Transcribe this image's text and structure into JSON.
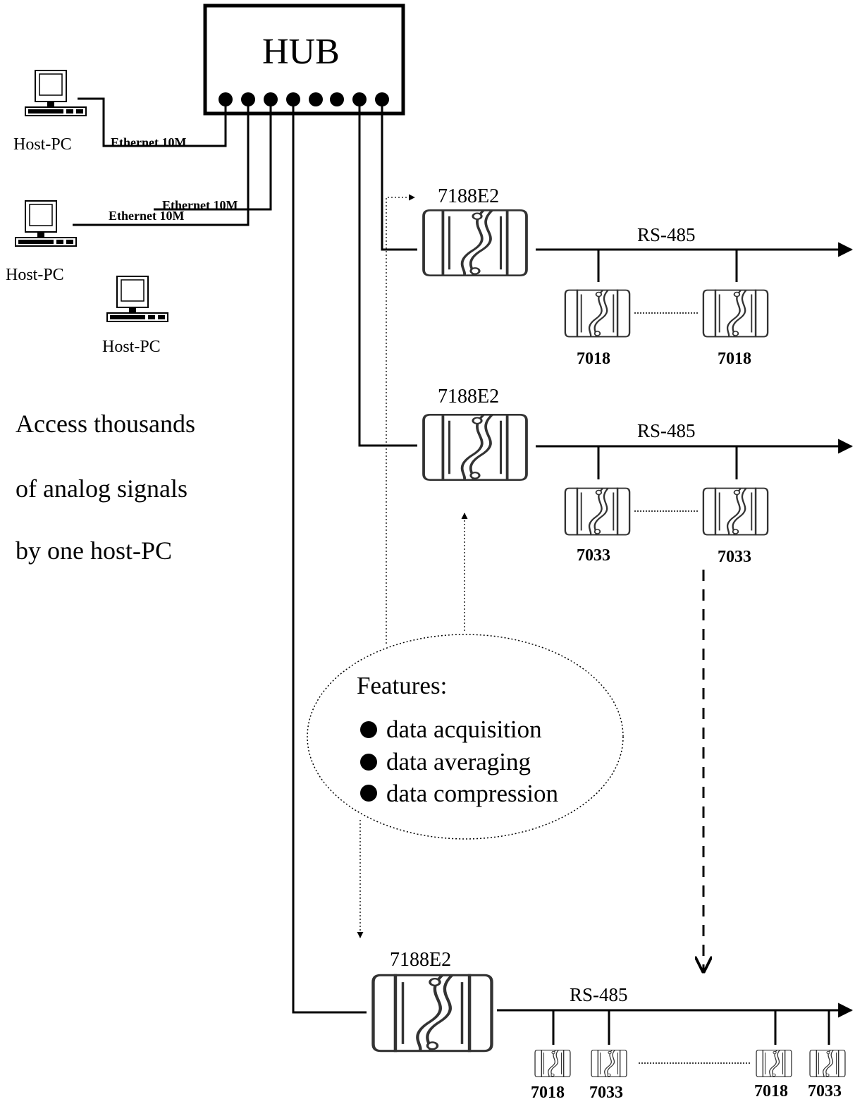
{
  "hub": {
    "label": "HUB"
  },
  "host_pc_label": "Host-PC",
  "ethernet_label": "Ethernet 10M",
  "controller_label": "7188E2",
  "bus_label": "RS-485",
  "groups": [
    {
      "modules": [
        "7018",
        "7018"
      ]
    },
    {
      "modules": [
        "7033",
        "7033"
      ]
    },
    {
      "modules": [
        "7018",
        "7033",
        "7018",
        "7033"
      ]
    }
  ],
  "note": [
    "Access thousands",
    "of analog signals",
    "by one host-PC"
  ],
  "features": {
    "title": "Features:",
    "items": [
      "data acquisition",
      "data averaging",
      "data compression"
    ]
  },
  "colors": {
    "line": "#000000",
    "module_outline": "#444444",
    "background": "#ffffff"
  },
  "icons": [
    "computer-icon",
    "controller-icon",
    "io-module-icon"
  ]
}
